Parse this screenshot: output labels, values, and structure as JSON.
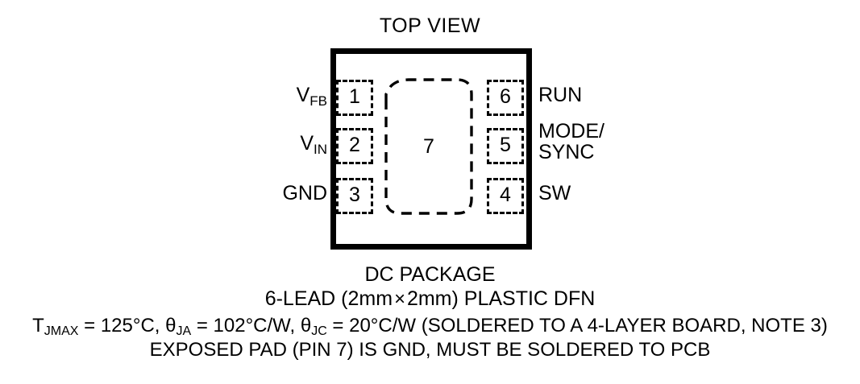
{
  "diagram": {
    "view_title": "TOP VIEW",
    "package_body": {
      "shape": "square",
      "outline_color": "#000000"
    },
    "exposed_pad": {
      "number": "7",
      "style": "dashed",
      "corner_marker": "chamfer-top-left"
    },
    "pins_left": [
      {
        "number": "1",
        "name": "V",
        "subscript": "FB"
      },
      {
        "number": "2",
        "name": "V",
        "subscript": "IN"
      },
      {
        "number": "3",
        "name": "GND",
        "subscript": ""
      }
    ],
    "pins_right": [
      {
        "number": "6",
        "name": "RUN",
        "line2": ""
      },
      {
        "number": "5",
        "name": "MODE/",
        "line2": "SYNC"
      },
      {
        "number": "4",
        "name": "SW",
        "line2": ""
      }
    ]
  },
  "captions": {
    "package_name": "DC PACKAGE",
    "lead_desc_pre": "6-LEAD (2mm",
    "lead_desc_times": "×",
    "lead_desc_post": "2mm) PLASTIC DFN",
    "thermal": {
      "tj_symbol": "T",
      "tj_sub": "JMAX",
      "tj_value": " = 125°C, ",
      "theta_ja_symbol": "θ",
      "theta_ja_sub": "JA",
      "theta_ja_value": " = 102°C/W, ",
      "theta_jc_symbol": "θ",
      "theta_jc_sub": "JC",
      "theta_jc_value": " = 20°C/W (SOLDERED TO A 4-LAYER BOARD, NOTE 3)"
    },
    "exposed_pad_note": "EXPOSED PAD (PIN 7) IS GND, MUST BE SOLDERED TO PCB"
  },
  "colors": {
    "ink": "#000000",
    "background": "#ffffff"
  }
}
